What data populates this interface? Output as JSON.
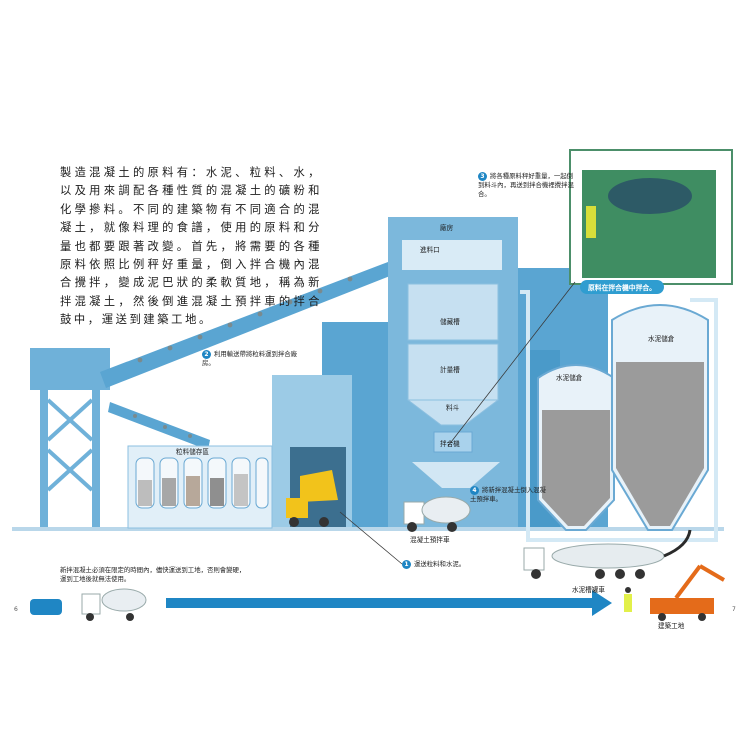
{
  "intro": "製造混凝土的原料有：水泥、粒料、水，以及用來調配各種性質的混凝土的礦粉和化學摻料。不同的建築物有不同適合的混凝土，就像料理的食譜，使用的原料和分量也都要跟著改變。首先，將需要的各種原料依照比例秤好重量，倒入拌合機內混合攪拌，變成泥巴狀的柔軟質地，稱為新拌混凝土，然後倒進混凝土預拌車的拌合鼓中，運送到建築工地。",
  "steps": {
    "s1": {
      "n": "1",
      "text": "運送粒料和水泥。"
    },
    "s2": {
      "n": "2",
      "text": "利用輸送帶將粒料運到拌合廠房。"
    },
    "s3": {
      "n": "3",
      "text": "將各種原料秤好重量，一起倒到料斗內，再送到拌合機裡攪拌混合。"
    },
    "s4": {
      "n": "4",
      "text": "將新拌混凝土倒入混凝土預拌車。"
    }
  },
  "labels": {
    "plant": "廠房",
    "inlet": "進料口",
    "storage_bin": "儲藏槽",
    "weigh_bin": "計量槽",
    "hopper": "料斗",
    "mixer": "拌合機",
    "aggregate_bins": "粒料儲存區",
    "cement_silo_1": "水泥儲倉",
    "cement_silo_2": "水泥儲倉",
    "mixer_truck": "混凝土預拌車",
    "cement_tanker": "水泥槽罐車",
    "site": "建築工地",
    "mixing_inset": "原料在拌合機中拌合。"
  },
  "bottom_note": "新拌混凝土必須在限定的時間內，儘快運送到工地，否則會變硬，運到工地後就無法使用。",
  "pages": {
    "left": "6",
    "right": "7"
  },
  "colors": {
    "blue": "#7cb8dc",
    "deep": "#4a9ac9",
    "pale": "#c6e0f1",
    "accent": "#1f86c4",
    "inset_green": "#3f8d62"
  }
}
